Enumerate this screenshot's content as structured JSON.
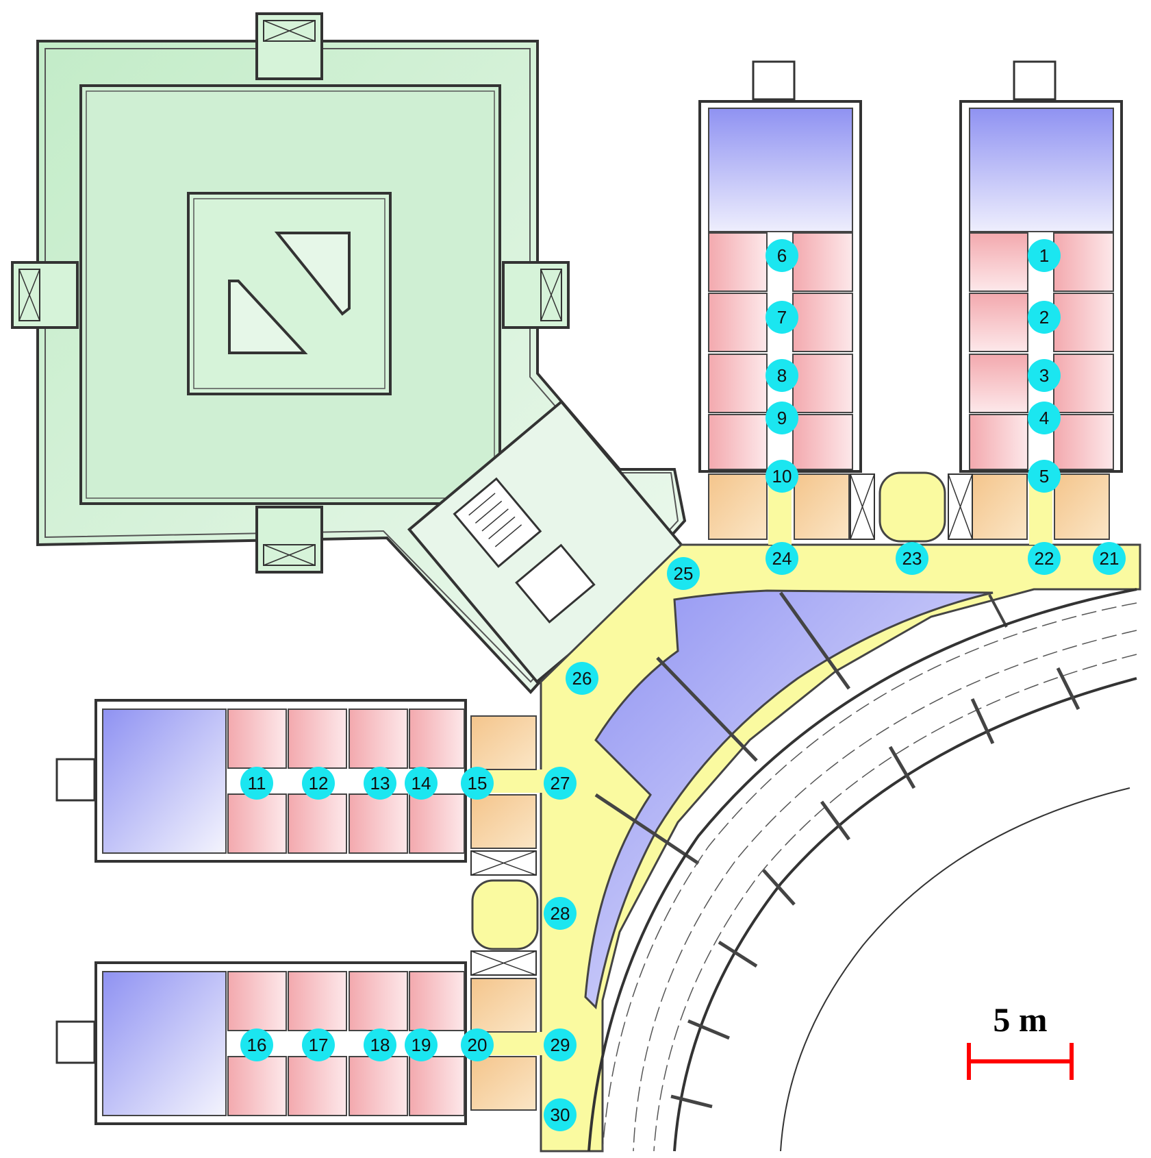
{
  "colors": {
    "green_wing": "#d2f2d6",
    "green_wing_dark": "#c8eccc",
    "corridor": "#fafaa0",
    "room_blue": "#8f92f2",
    "room_pink": "#f3a9ae",
    "bathroom_orange": "#f4c58c",
    "marker": "#1be6f0",
    "scale_bar": "#ff0000",
    "wall": "#333333"
  },
  "markers": [
    {
      "id": "marker-1",
      "label": "1"
    },
    {
      "id": "marker-2",
      "label": "2"
    },
    {
      "id": "marker-3",
      "label": "3"
    },
    {
      "id": "marker-4",
      "label": "4"
    },
    {
      "id": "marker-5",
      "label": "5"
    },
    {
      "id": "marker-6",
      "label": "6"
    },
    {
      "id": "marker-7",
      "label": "7"
    },
    {
      "id": "marker-8",
      "label": "8"
    },
    {
      "id": "marker-9",
      "label": "9"
    },
    {
      "id": "marker-10",
      "label": "10"
    },
    {
      "id": "marker-11",
      "label": "11"
    },
    {
      "id": "marker-12",
      "label": "12"
    },
    {
      "id": "marker-13",
      "label": "13"
    },
    {
      "id": "marker-14",
      "label": "14"
    },
    {
      "id": "marker-15",
      "label": "15"
    },
    {
      "id": "marker-16",
      "label": "16"
    },
    {
      "id": "marker-17",
      "label": "17"
    },
    {
      "id": "marker-18",
      "label": "18"
    },
    {
      "id": "marker-19",
      "label": "19"
    },
    {
      "id": "marker-20",
      "label": "20"
    },
    {
      "id": "marker-21",
      "label": "21"
    },
    {
      "id": "marker-22",
      "label": "22"
    },
    {
      "id": "marker-23",
      "label": "23"
    },
    {
      "id": "marker-24",
      "label": "24"
    },
    {
      "id": "marker-25",
      "label": "25"
    },
    {
      "id": "marker-26",
      "label": "26"
    },
    {
      "id": "marker-27",
      "label": "27"
    },
    {
      "id": "marker-28",
      "label": "28"
    },
    {
      "id": "marker-29",
      "label": "29"
    },
    {
      "id": "marker-30",
      "label": "30"
    }
  ],
  "scale": {
    "label": "5 m"
  }
}
